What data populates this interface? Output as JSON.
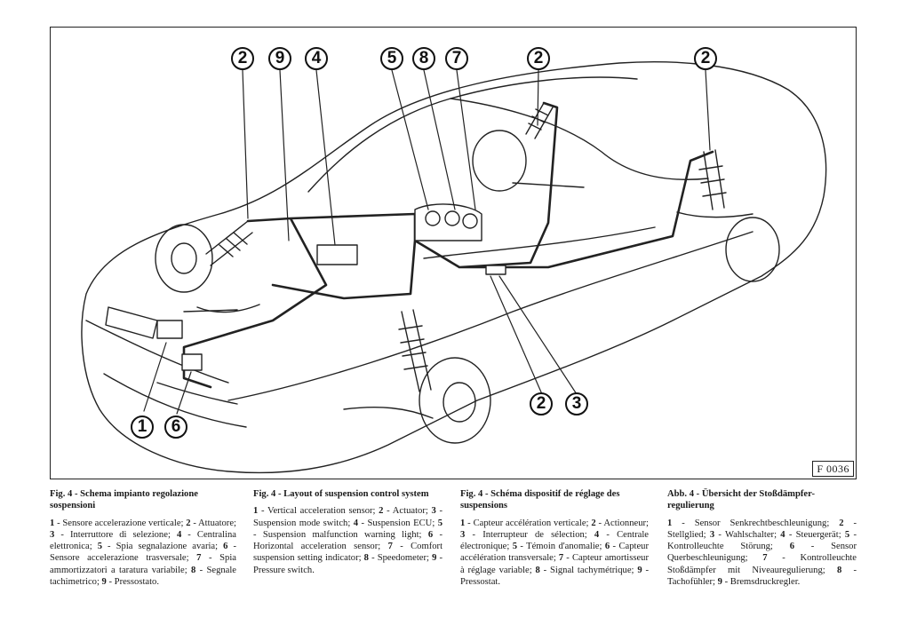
{
  "figure": {
    "code": "F 0036",
    "callouts": [
      {
        "n": "2"
      },
      {
        "n": "9"
      },
      {
        "n": "4"
      },
      {
        "n": "5"
      },
      {
        "n": "8"
      },
      {
        "n": "7"
      },
      {
        "n": "2"
      },
      {
        "n": "2"
      },
      {
        "n": "1"
      },
      {
        "n": "6"
      },
      {
        "n": "2"
      },
      {
        "n": "3"
      }
    ]
  },
  "captions": [
    {
      "lang": "it",
      "title": "Fig. 4 - Schema impianto regolazione sospensioni",
      "items": [
        {
          "n": "1",
          "text": "Sensore accelerazione verticale"
        },
        {
          "n": "2",
          "text": "Attuatore"
        },
        {
          "n": "3",
          "text": "Interruttore di selezione"
        },
        {
          "n": "4",
          "text": "Centralina elettronica"
        },
        {
          "n": "5",
          "text": "Spia segnalazione avaria"
        },
        {
          "n": "6",
          "text": "Sensore accelerazione trasversale"
        },
        {
          "n": "7",
          "text": "Spia ammortizzatori a taratura variabile"
        },
        {
          "n": "8",
          "text": "Segnale tachimetrico"
        },
        {
          "n": "9",
          "text": "Pressostato."
        }
      ]
    },
    {
      "lang": "en",
      "title": "Fig. 4 - Layout of suspension control system",
      "items": [
        {
          "n": "1",
          "text": "Vertical acceleration sensor"
        },
        {
          "n": "2",
          "text": "Actuator"
        },
        {
          "n": "3",
          "text": "Suspension mode switch"
        },
        {
          "n": "4",
          "text": "Suspension ECU"
        },
        {
          "n": "5",
          "text": "Suspension malfunction warning light"
        },
        {
          "n": "6",
          "text": "Horizontal acceleration sensor"
        },
        {
          "n": "7",
          "text": "Comfort suspension setting indicator"
        },
        {
          "n": "8",
          "text": "Speedometer"
        },
        {
          "n": "9",
          "text": "Pressure switch."
        }
      ]
    },
    {
      "lang": "fr",
      "title": "Fig. 4 - Schéma dispositif de réglage des suspensions",
      "items": [
        {
          "n": "1",
          "text": "Capteur accélération verticale"
        },
        {
          "n": "2",
          "text": "Actionneur"
        },
        {
          "n": "3",
          "text": "Interrupteur de sélection"
        },
        {
          "n": "4",
          "text": "Centrale électronique"
        },
        {
          "n": "5",
          "text": "Témoin d'anomalie"
        },
        {
          "n": "6",
          "text": "Capteur accélération transversale"
        },
        {
          "n": "7",
          "text": "Capteur amortisseur à réglage variable"
        },
        {
          "n": "8",
          "text": "Signal tachymétrique"
        },
        {
          "n": "9",
          "text": "Pressostat."
        }
      ]
    },
    {
      "lang": "de",
      "title": "Abb. 4 - Übersicht der Stoßdämpfer-regulierung",
      "items": [
        {
          "n": "1",
          "text": "Sensor Senkrechtbeschleunigung"
        },
        {
          "n": "2",
          "text": "Stellglied"
        },
        {
          "n": "3",
          "text": "Wahlschalter"
        },
        {
          "n": "4",
          "text": "Steuergerät"
        },
        {
          "n": "5",
          "text": "Kontrolleuchte Störung"
        },
        {
          "n": "6",
          "text": "Sensor Querbeschleunigung"
        },
        {
          "n": "7",
          "text": "Kontrolleuchte Stoßdämpfer mit Niveauregulierung"
        },
        {
          "n": "8",
          "text": "Tachofühler"
        },
        {
          "n": "9",
          "text": "Bremsdruckregler."
        }
      ]
    }
  ]
}
